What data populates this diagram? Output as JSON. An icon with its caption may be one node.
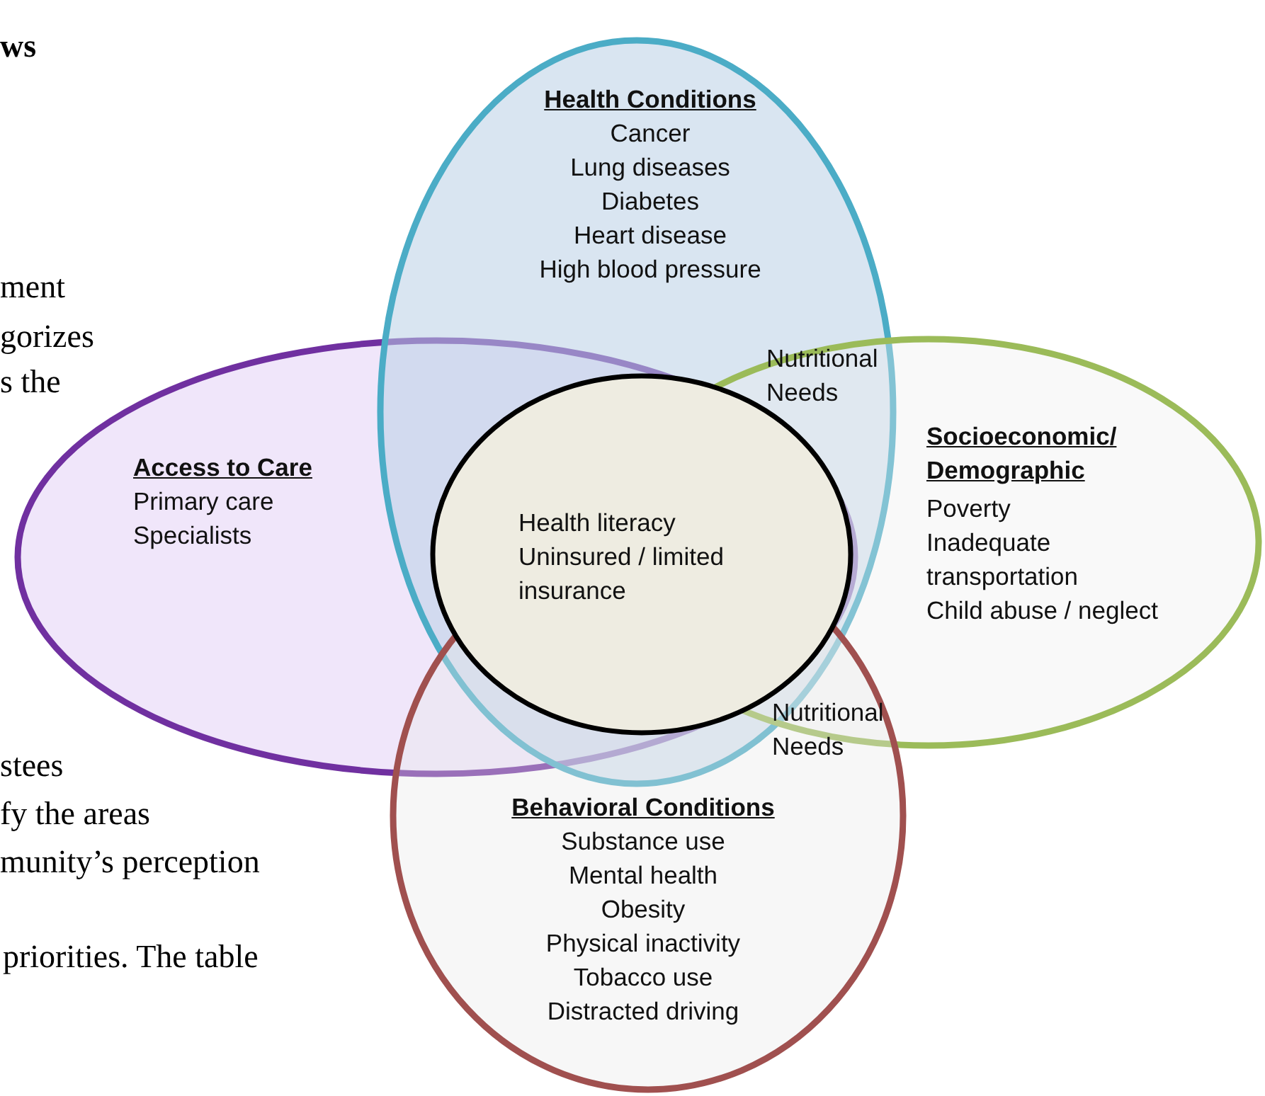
{
  "diagram": {
    "nodes": [
      {
        "text": [
          "Health Conditions",
          "Cancer",
          "Lung diseases",
          "Diabetes",
          "Heart disease",
          "High blood pressure"
        ]
      },
      {
        "text": [
          "Access to Care",
          "Primary care",
          "Specialists"
        ]
      },
      {
        "text": [
          "Socioeconomic/ Demographic",
          "Poverty",
          "Inadequate transportation",
          "Child abuse / neglect"
        ]
      },
      {
        "text": [
          "Behavioral Conditions",
          "Substance use",
          "Mental health",
          "Obesity",
          "Physical inactivity",
          "Tobacco use",
          "Distracted driving"
        ]
      },
      {
        "text": [
          "Health literacy",
          "Uninsured / limited insurance"
        ]
      }
    ],
    "labels": [
      "ws",
      "ment",
      "gorizes",
      "s the",
      "Nutritional Needs",
      "Nutritional Needs",
      "stees",
      "fy the areas",
      "munity’s perception",
      "priorities. The table"
    ]
  }
}
